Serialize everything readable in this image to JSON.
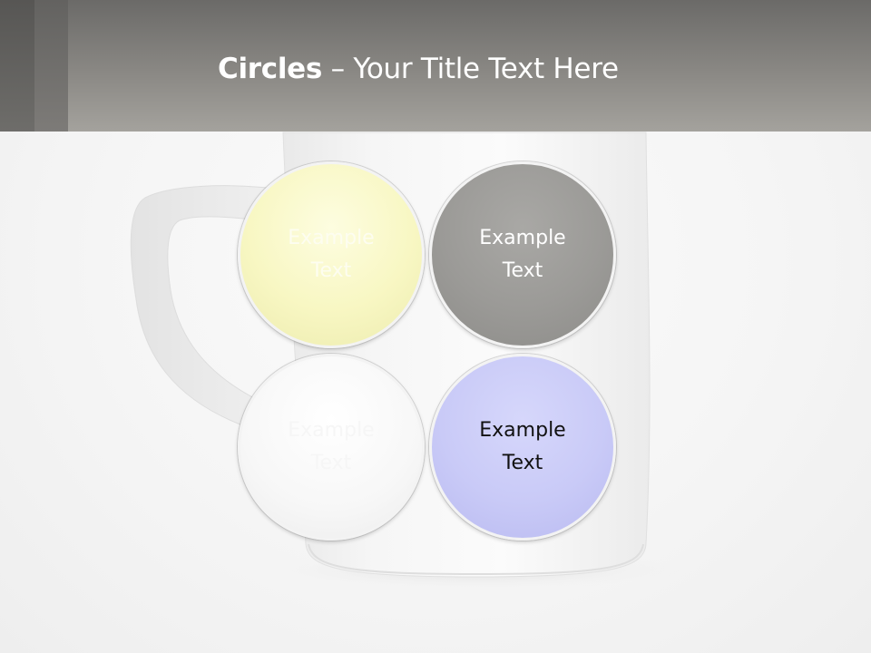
{
  "slide": {
    "title_bold": "Circles",
    "title_rest": " – Your Title Text Here"
  },
  "circles": [
    {
      "label": "Example\nText",
      "color": "#f8f7c3"
    },
    {
      "label": "Example\nText",
      "color": "#9b9a97"
    },
    {
      "label": "Example\nText",
      "color": "#f7f7f7"
    },
    {
      "label": "Example\nText",
      "color": "#c9caf7"
    }
  ],
  "colors": {
    "header": "#8a8884",
    "background": "#f5f5f5"
  }
}
